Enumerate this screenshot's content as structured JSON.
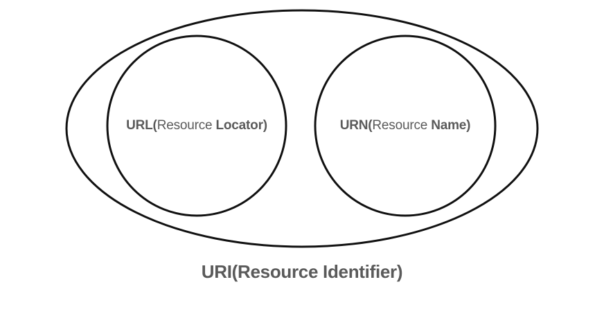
{
  "diagram": {
    "type": "venn-subset",
    "title_caption": "URI(Resource Identifier)",
    "background_color": "#ffffff",
    "stroke_color": "#111111",
    "text_color": "#5a5a5a",
    "outer_set": {
      "name": "URI",
      "abbr": "URI",
      "expansion": "(Resource Identifier)",
      "caption_full": "URI(Resource Identifier)",
      "label_position": "below"
    },
    "inner_sets": [
      {
        "name": "URL",
        "abbr": "URL",
        "open_paren": "(",
        "word_regular": "Resource ",
        "word_bold": "Locator",
        "close_paren": ")",
        "full_text": "URL(Resource Locator)"
      },
      {
        "name": "URN",
        "abbr": "URN",
        "open_paren": "(",
        "word_regular": "Resource ",
        "word_bold": "Name",
        "close_paren": ")",
        "full_text": "URN(Resource Name)"
      }
    ]
  }
}
